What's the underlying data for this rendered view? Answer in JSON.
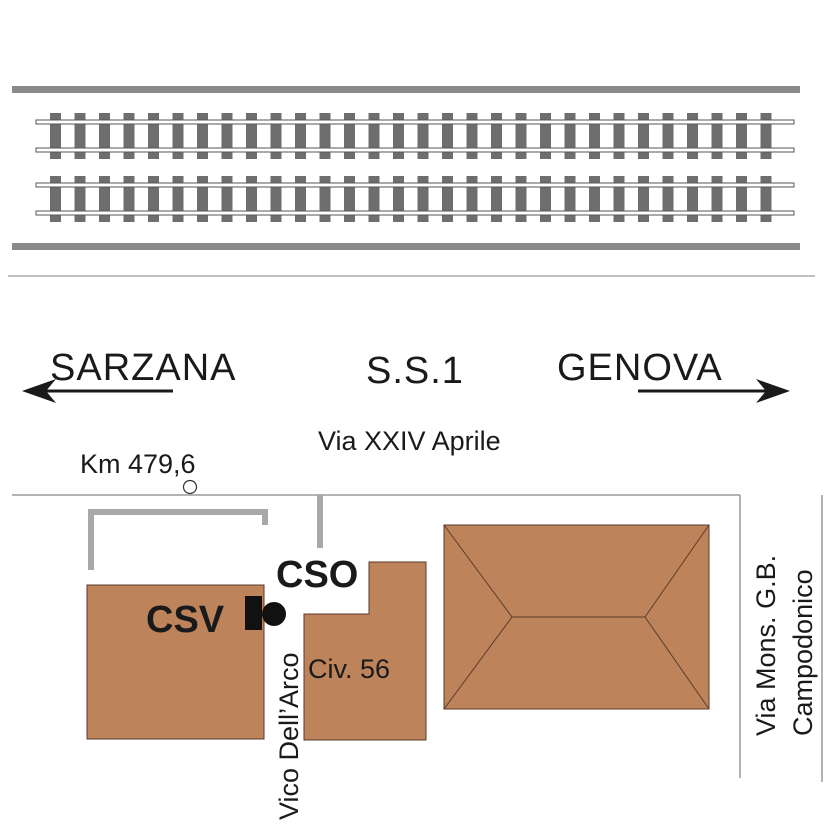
{
  "colors": {
    "building": "#bd835b",
    "building_edge": "#5a3b28",
    "rail": "#666666",
    "rail_light": "#b8b8b8",
    "ink": "#1a1a1a"
  },
  "directions": {
    "left": "SARZANA",
    "center": "S.S.1",
    "right": "GENOVA"
  },
  "streets": {
    "main": "Via XXIV Aprile",
    "km_marker": "Km 479,6",
    "vico": "Vico Dell’Arco",
    "via_mons_line1": "Via Mons. G.B.",
    "via_mons_line2": "Campodonico"
  },
  "markers": {
    "cso": "CSO",
    "csv": "CSV",
    "civ": "Civ. 56"
  },
  "icons": {
    "left_arrow": "arrow-left-icon",
    "right_arrow": "arrow-right-icon",
    "km_point": "circle-marker-icon",
    "sensor": "square-marker-icon",
    "node": "dot-marker-icon"
  }
}
